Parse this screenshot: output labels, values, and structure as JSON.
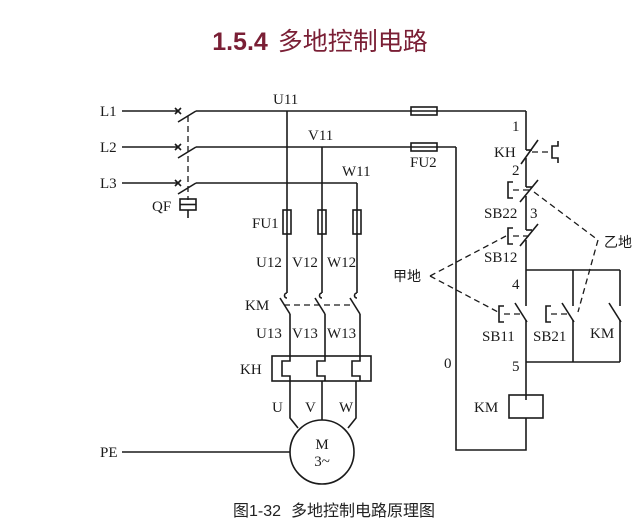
{
  "title": {
    "number": "1.5.4",
    "text": "多地控制电路"
  },
  "caption": {
    "figure": "图1-32",
    "text": "多地控制电路原理图"
  },
  "main_circuit": {
    "phases": [
      "L1",
      "L2",
      "L3"
    ],
    "breaker": "QF",
    "nodes_11": [
      "U11",
      "V11",
      "W11"
    ],
    "fuse": "FU1",
    "nodes_12": [
      "U12",
      "V12",
      "W12"
    ],
    "contactor": "KM",
    "nodes_13": [
      "U13",
      "V13",
      "W13"
    ],
    "overload_relay": "KH",
    "motor_terminals": [
      "U",
      "V",
      "W"
    ],
    "motor": {
      "label": "M",
      "type": "3~"
    },
    "ground": "PE"
  },
  "control_circuit": {
    "fuse": "FU2",
    "node_numbers": [
      "1",
      "2",
      "3",
      "4",
      "5",
      "0"
    ],
    "overload_contact": "KH",
    "stop_buttons": [
      "SB22",
      "SB12"
    ],
    "start_buttons": [
      "SB11",
      "SB21"
    ],
    "hold_contact": "KM",
    "coil": "KM",
    "location_a": "甲地",
    "location_b": "乙地"
  }
}
